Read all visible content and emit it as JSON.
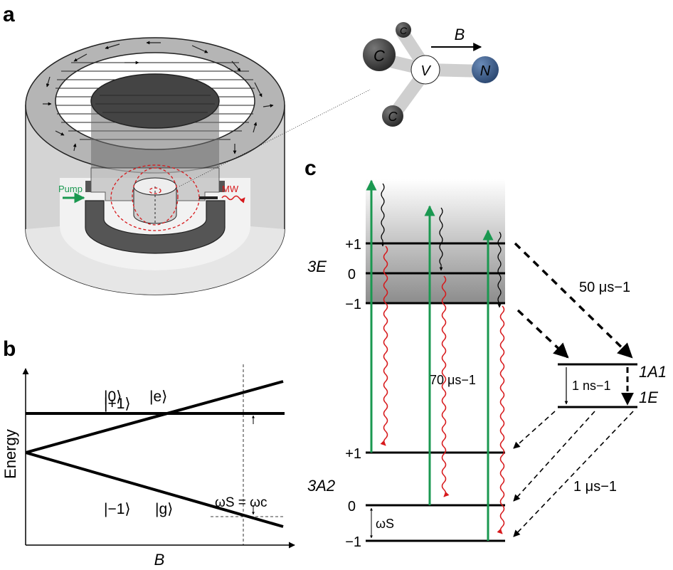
{
  "panels": {
    "a": "a",
    "b": "b",
    "c": "c"
  },
  "panel_a": {
    "pump_label": "Pump",
    "mw_label": "MW",
    "defect": {
      "carbon": "C",
      "vacancy": "V",
      "nitrogen": "N",
      "field": "B"
    },
    "colors": {
      "pump": "#1a9850",
      "mw": "#d7191c",
      "nitrogen": "#3b5b86"
    }
  },
  "panel_b": {
    "ylabel": "Energy",
    "xlabel": "B",
    "states": {
      "plus1": "|+1⟩",
      "zero": "|0⟩",
      "excited": "|e⟩",
      "minus1": "|−1⟩",
      "ground": "|g⟩"
    },
    "resonance": "ωS = ωc"
  },
  "panel_c": {
    "excited_manifold": "3E",
    "ground_manifold": "3A2",
    "singlet_upper": "1A1",
    "singlet_lower": "1E",
    "levels": {
      "p1": "+1",
      "z": "0",
      "m1": "−1"
    },
    "rates": {
      "isc_upper": "50 μs−1",
      "radiative": "70 μs−1",
      "singlet_decay": "1 ns−1",
      "isc_lower": "1 μs−1"
    },
    "splitting": "ωS",
    "colors": {
      "pump": "#1a9850",
      "emission": "#d7191c"
    }
  }
}
